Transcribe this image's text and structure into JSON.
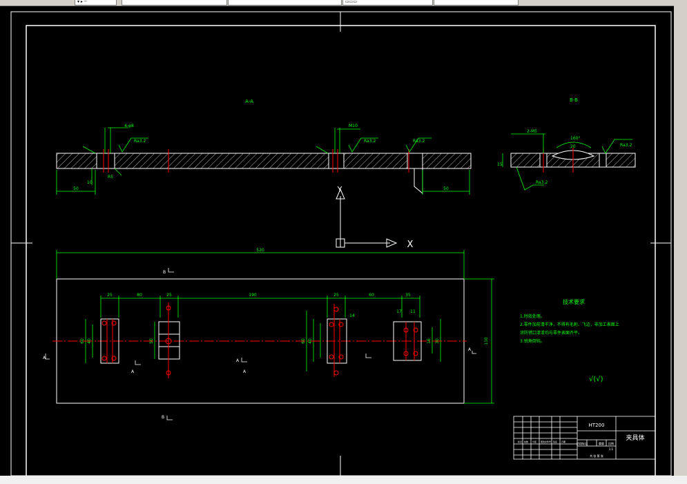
{
  "top_tabs": [
    "▾ ▸ ─",
    "",
    "",
    "▭▭▭"
  ],
  "drawing": {
    "section_aa": "A-A",
    "section_bb": "B-B",
    "annotations": {
      "holes_4": "4-φ8",
      "h_50_label": "M10",
      "rough_a1": "Ra3.2",
      "rough_a2": "Ra3.2",
      "rough_a3": "Ra3.2",
      "rough_b": "Ra3.2",
      "rough_b2": "Ra3.2",
      "angle": "160°",
      "bb_holes": "2-M5",
      "bb_depth": "20",
      "bb_height": "15",
      "dim_left_50": "50",
      "dim_right_50": "50",
      "dim_10": "10",
      "mark_r": "R5"
    },
    "plan_dims": {
      "overall": "520",
      "d25a": "25",
      "d80": "80",
      "d25b": "25",
      "d190": "190",
      "d25c": "25",
      "d60": "60",
      "d35": "35",
      "d17": "17",
      "d11": "11",
      "d14": "14",
      "height": "110",
      "v60a": "60",
      "v40a": "40",
      "v50": "50",
      "v60b": "60",
      "v40b": "40",
      "v16": "16",
      "v30": "30"
    },
    "section_marks": {
      "b_top": "B",
      "b_bottom": "B",
      "a_left": "A",
      "a_right": "A",
      "a_mid": "A",
      "a_l2": "A",
      "a_r2": "A"
    },
    "ucs": {
      "y": "Y",
      "x": "X"
    },
    "tech_req": {
      "title": "技术要求",
      "lines": [
        "1.时效处理。",
        "2.零件加前清干净，不得有毛刺、飞边，非加工表面上",
        "涂防锈口漆漆均与零件表面齐平。",
        "3.锐角倒钝。"
      ],
      "roughness": "√(√)"
    },
    "title_block": {
      "material": "HT200",
      "part_name": "夹具体",
      "row_labels": [
        "标记",
        "处数",
        "分区",
        "更改文件号",
        "签名",
        "日期"
      ],
      "stage": "阶段标记",
      "weight": "重量",
      "scale": "比例",
      "scale_value": "1:1",
      "sheet": "共  张  第  张"
    }
  }
}
